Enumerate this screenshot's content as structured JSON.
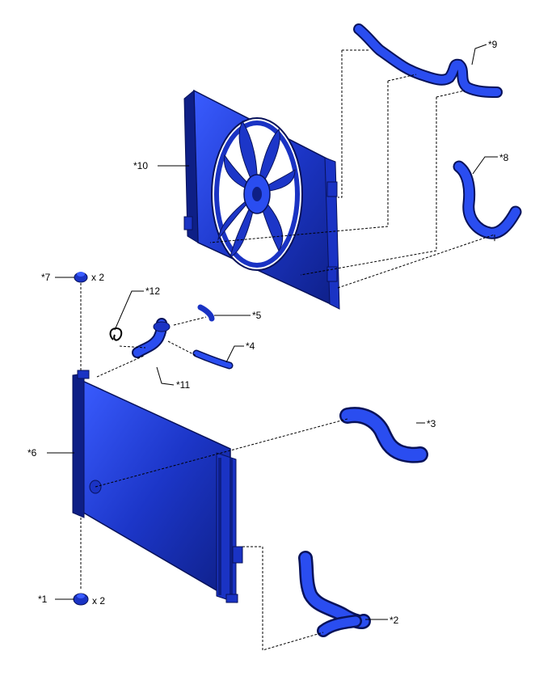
{
  "colors": {
    "part_light": "#2a4df0",
    "part_mid": "#1a33c4",
    "part_dark": "#0e1f86",
    "outline": "#08125a",
    "leader": "#000000"
  },
  "callouts": {
    "c1": "*1",
    "c1_qty": "x 2",
    "c2": "*2",
    "c3": "*3",
    "c4": "*4",
    "c5": "*5",
    "c6": "*6",
    "c7": "*7",
    "c7_qty": "x 2",
    "c8": "*8",
    "c9": "*9",
    "c10": "*10",
    "c11": "*11",
    "c12": "*12"
  }
}
